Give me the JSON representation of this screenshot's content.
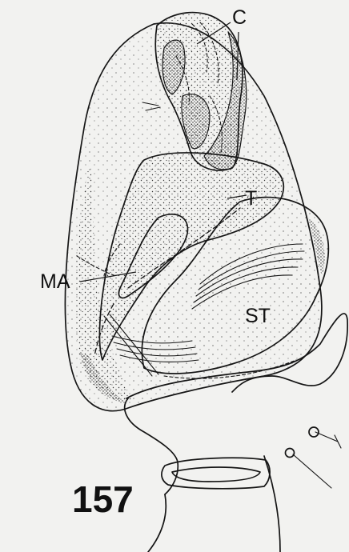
{
  "figure": {
    "number": "157",
    "labels": {
      "c": "C",
      "t": "T",
      "ma": "MA",
      "st": "ST"
    }
  }
}
